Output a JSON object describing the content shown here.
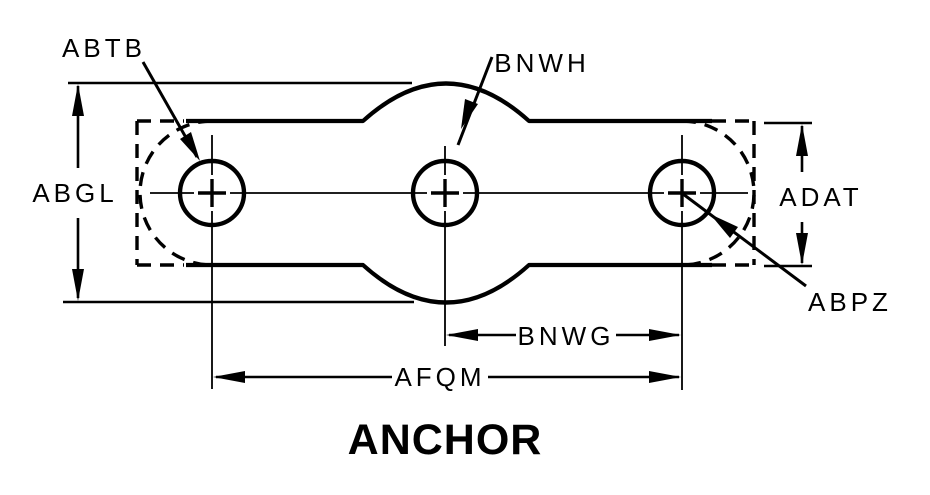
{
  "figure": {
    "type": "engineering-line-drawing",
    "title": "ANCHOR",
    "colors": {
      "line": "#000000",
      "background": "#ffffff"
    },
    "labels": {
      "abtb": "ABTB",
      "bnwh": "BNWH",
      "abgl": "ABGL",
      "adat": "ADAT",
      "abpz": "ABPZ",
      "bnwg": "BNWG",
      "afqm": "AFQM"
    }
  }
}
